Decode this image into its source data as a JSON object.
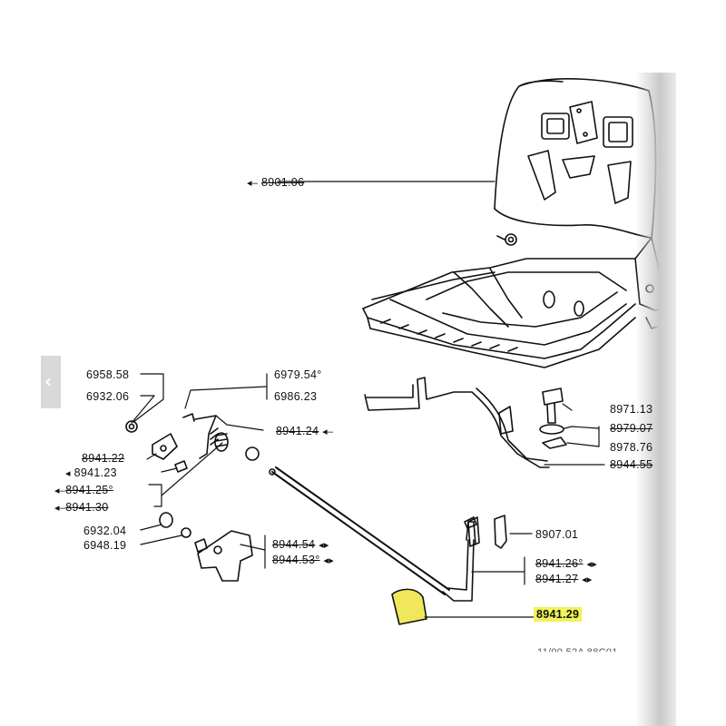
{
  "parts": [
    {
      "id": "p-890106",
      "text": "8901.06",
      "arrow_left": true,
      "strike": true
    },
    {
      "id": "p-695858",
      "text": "6958.58"
    },
    {
      "id": "p-693206a",
      "text": "6932.06"
    },
    {
      "id": "p-697954",
      "text": "6979.54°",
      "strike": true
    },
    {
      "id": "p-698623",
      "text": "6986.23"
    },
    {
      "id": "p-894124",
      "text": "8941.24",
      "strike": true,
      "arrow_left": true
    },
    {
      "id": "p-894122",
      "text": "8941.22",
      "strike": true
    },
    {
      "id": "p-894123",
      "text": "8941.23",
      "arrow_left": true
    },
    {
      "id": "p-894125",
      "text": "8941.25°",
      "strike": true,
      "arrow_left": true
    },
    {
      "id": "p-894130",
      "text": "8941.30",
      "strike": true,
      "arrow_left": true
    },
    {
      "id": "p-693204",
      "text": "6932.04"
    },
    {
      "id": "p-694819",
      "text": "6948.19"
    },
    {
      "id": "p-894454",
      "text": "8944.54",
      "strike": true,
      "arrow_right": true
    },
    {
      "id": "p-894453",
      "text": "8944.53°",
      "strike": true,
      "arrow_right": true
    },
    {
      "id": "p-897113",
      "text": "8971.13"
    },
    {
      "id": "p-897907",
      "text": "8979.07",
      "strike": true
    },
    {
      "id": "p-897876",
      "text": "8978.76"
    },
    {
      "id": "p-894455",
      "text": "8944.55",
      "strike": true
    },
    {
      "id": "p-890701",
      "text": "8907.01"
    },
    {
      "id": "p-894126",
      "text": "8941.26°",
      "strike": true,
      "arrow_right": true
    },
    {
      "id": "p-894127",
      "text": "8941.27",
      "strike": true,
      "arrow_right": true
    },
    {
      "id": "p-894129",
      "text": "8941.29",
      "highlight": true
    }
  ],
  "footer_code": "11/00 52A 88C01",
  "colors": {
    "highlight": "#f2f25a",
    "line": "#111111",
    "part_highlight": "#f0e85a"
  }
}
